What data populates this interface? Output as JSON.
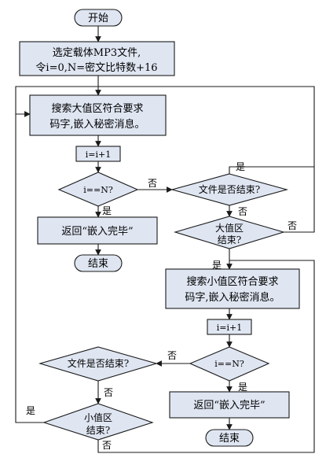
{
  "flowchart": {
    "start": "开始",
    "init_line1": "选定载体MP3文件,",
    "init_line2": "令i=0,N=密文比特数+16",
    "search_large_line1": "搜索大值区符合要求",
    "search_large_line2": "码字,嵌入秘密消息。",
    "incr_1": "i=i+1",
    "check_n_1": "i==N?",
    "return_1": "返回“嵌入完毕”",
    "end_1": "结束",
    "file_end_1": "文件是否结束?",
    "large_region_line1": "大值区",
    "large_region_line2": "结束?",
    "search_small_line1": "搜索小值区符合要求",
    "search_small_line2": "码字,嵌入秘密消息。",
    "incr_2": "i=i+1",
    "check_n_2": "i==N?",
    "return_2": "返回“嵌入完毕”",
    "end_2": "结束",
    "file_end_2": "文件是否结束?",
    "small_region_line1": "小值区",
    "small_region_line2": "结束?",
    "yes": "是",
    "no": "否"
  }
}
